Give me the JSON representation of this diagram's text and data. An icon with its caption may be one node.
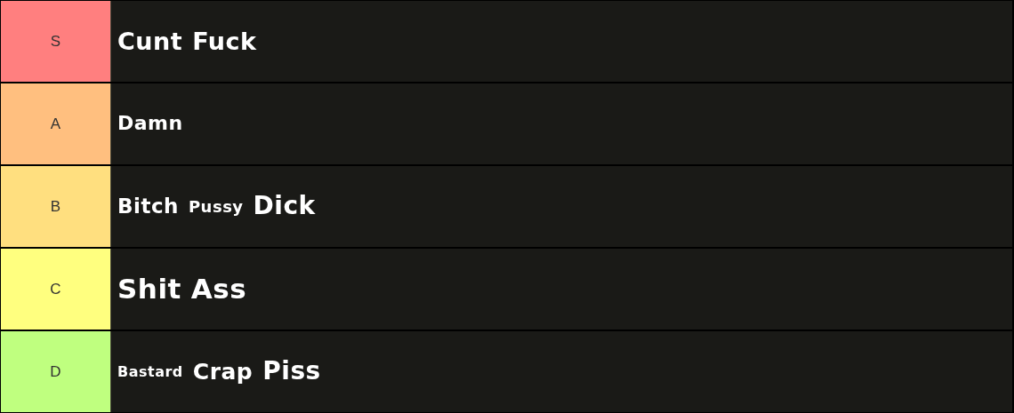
{
  "diagram": {
    "nodes": [
      {
        "text": [
          "S"
        ]
      },
      {
        "text": [
          "Cunt",
          "Fuck"
        ]
      },
      {
        "text": [
          "A"
        ]
      },
      {
        "text": [
          "Damn"
        ]
      },
      {
        "text": [
          "B"
        ]
      },
      {
        "text": [
          "Bitch",
          "Pussy",
          "Dick"
        ]
      },
      {
        "text": [
          "C"
        ]
      },
      {
        "text": [
          "Shit",
          "Ass"
        ]
      },
      {
        "text": [
          "D"
        ]
      },
      {
        "text": [
          "Bastard",
          "Crap",
          "Piss"
        ]
      }
    ]
  }
}
